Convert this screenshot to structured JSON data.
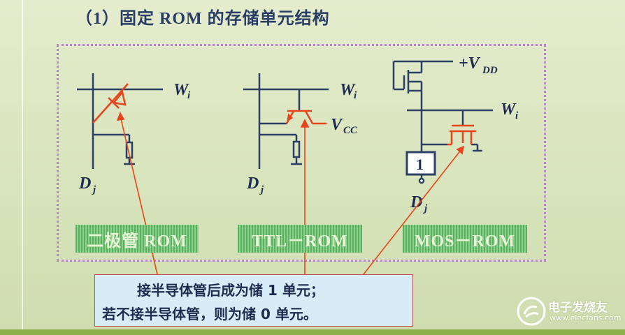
{
  "title": "（1）固定 ROM 的存储单元结构",
  "cells": [
    {
      "name": "二极管 ROM",
      "word_line": "W",
      "word_sub": "i",
      "data_line": "D",
      "data_sub": "j"
    },
    {
      "name": "TTL－ROM",
      "word_line": "W",
      "word_sub": "i",
      "data_line": "D",
      "data_sub": "j",
      "supply": "V",
      "supply_sub": "CC"
    },
    {
      "name": "MOS－ROM",
      "word_line": "W",
      "word_sub": "i",
      "data_line": "D",
      "data_sub": "j",
      "supply": "+V",
      "supply_sub": "DD",
      "buffer": "1"
    }
  ],
  "callout": {
    "line1": "接半导体管后成为储 1 单元；",
    "line2": "若不接半导体管，则为储 0 单元。"
  },
  "watermark": {
    "name": "电子发烧友",
    "url": "www.elecfans.com"
  },
  "colors": {
    "circuit": "#2c3f63",
    "device": "#e8441b",
    "label_bg": "#5aae5f",
    "callout_bg": "#d7ecf6"
  }
}
